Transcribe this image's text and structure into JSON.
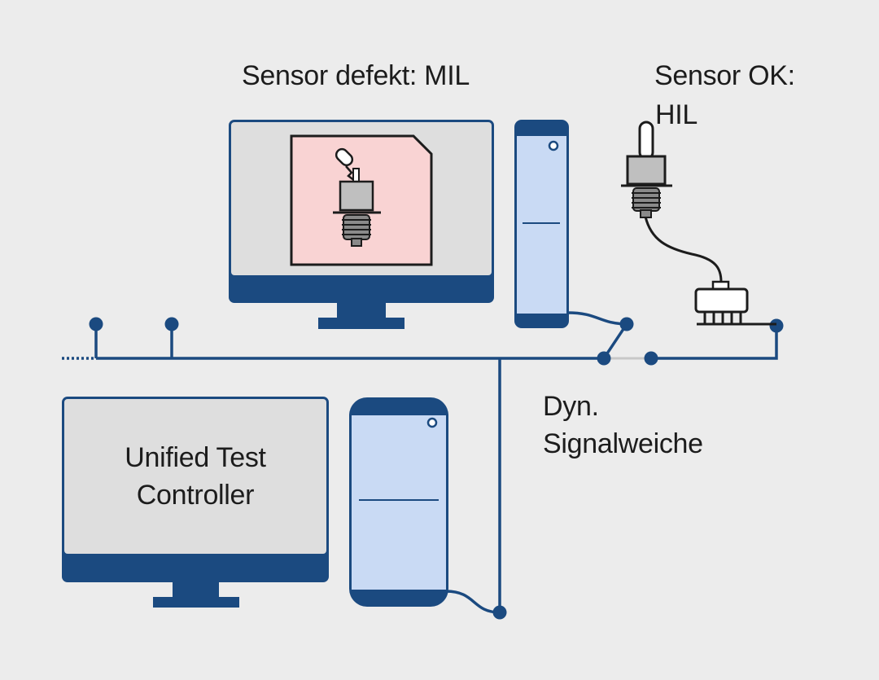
{
  "labels": {
    "mil": "Sensor defekt: MIL",
    "hil_line1": "Sensor OK:",
    "hil_line2": "HIL",
    "switch_line1": "Dyn.",
    "switch_line2": "Signalweiche",
    "utc_line1": "Unified Test",
    "utc_line2": "Controller"
  },
  "colors": {
    "background": "#ececec",
    "navy": "#1b4a80",
    "tower_fill": "#c9daf4",
    "screen_fill": "#dedede",
    "sensor_panel_fill": "#f9d3d3",
    "switch_gap": "#c8c8c8",
    "sensor_body": "#bfbfbf",
    "sensor_thread": "#8a8a8a"
  },
  "icons": [
    "monitor-icon",
    "pc-tower-icon",
    "sensor-icon",
    "connector-icon",
    "bus-node-icon",
    "switch-icon"
  ]
}
